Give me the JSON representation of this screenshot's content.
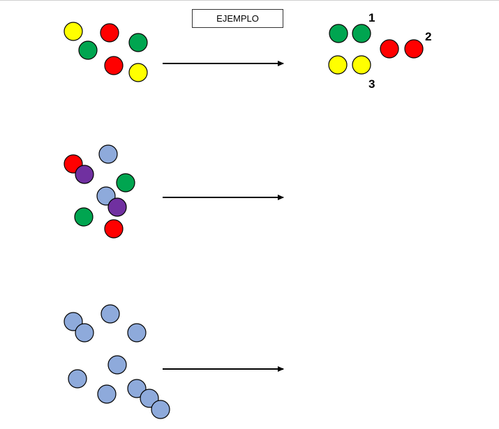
{
  "title": "EJEMPLO",
  "labels": {
    "group1": "1",
    "group2": "2",
    "group3": "3"
  },
  "colors": {
    "yellow": "#ffff00",
    "red": "#ff0000",
    "green": "#00a550",
    "purple": "#7030a0",
    "blue": "#8eaadb",
    "outline": "#000000",
    "arrow": "#000000"
  },
  "rows": [
    {
      "name": "example-row",
      "particles": [
        "yellow",
        "red",
        "green",
        "green",
        "red",
        "yellow"
      ],
      "result": [
        "green",
        "green",
        "red",
        "red",
        "yellow",
        "yellow"
      ]
    },
    {
      "name": "mixture-row-1",
      "particles": [
        "red",
        "purple",
        "blue",
        "green",
        "blue",
        "purple",
        "green",
        "red"
      ]
    },
    {
      "name": "mixture-row-2",
      "particles": [
        "blue",
        "blue",
        "blue",
        "blue",
        "blue",
        "blue",
        "blue",
        "blue",
        "blue",
        "blue"
      ]
    }
  ]
}
